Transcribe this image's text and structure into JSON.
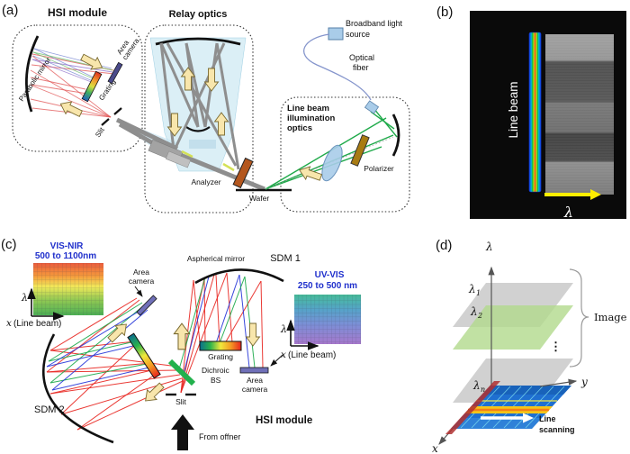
{
  "figure": {
    "panel_a": {
      "tag": "(a)",
      "hsi_title": "HSI module",
      "relay_title": "Relay optics",
      "parabolic_mirror": "Parabolic mirror",
      "area_camera_line1": "Area",
      "area_camera_line2": "camera",
      "grating": "Grating",
      "slit": "Slit",
      "analyzer": "Analyzer",
      "wafer": "Wafer",
      "broadband_line1": "Broadband light",
      "broadband_line2": "source",
      "fiber_line1": "Optical",
      "fiber_line2": "fiber",
      "illum_line1": "Line beam",
      "illum_line2": "illumination",
      "illum_line3": "optics",
      "polarizer": "Polarizer"
    },
    "panel_b": {
      "tag": "(b)",
      "line_beam": "Line beam",
      "lambda": "λ"
    },
    "panel_c": {
      "tag": "(c)",
      "visnir": "VIS-NIR",
      "visnir_range": "500 to 1100nm",
      "uvvis": "UV-VIS",
      "uvvis_range": "250 to 500 nm",
      "lambda": "λ",
      "x_sym": "x",
      "x_rest": "(Line beam)",
      "area_camera_line1": "Area",
      "area_camera_line2": "camera",
      "aspherical_mirror": "Aspherical mirror",
      "sdm1": "SDM 1",
      "sdm2": "SDM 2",
      "grating": "Grating",
      "dichroic_line1": "Dichroic",
      "dichroic_line2": "BS",
      "slit": "Slit",
      "from_offner": "From offner",
      "hsi_module": "HSI module"
    },
    "panel_d": {
      "tag": "(d)",
      "lambda": "λ",
      "sub1": "1",
      "sub2": "2",
      "subn": "n",
      "dots": "⋮",
      "image_label": "Image",
      "y_sym": "y",
      "x_sym": "x",
      "scanning_line1": "Line",
      "scanning_line2": "scanning"
    },
    "colors": {
      "arrow_yellow": "#f8e6ac",
      "analyzer_brown": "#b4571e",
      "polarizer_gold": "#a87b12",
      "beam_green": "#1faa4a",
      "relay_glass_blue": "#cfe9f3",
      "camera_slate": "#7070b8",
      "dichroic_green": "#22b14c",
      "label_blue": "#2030cc"
    }
  }
}
